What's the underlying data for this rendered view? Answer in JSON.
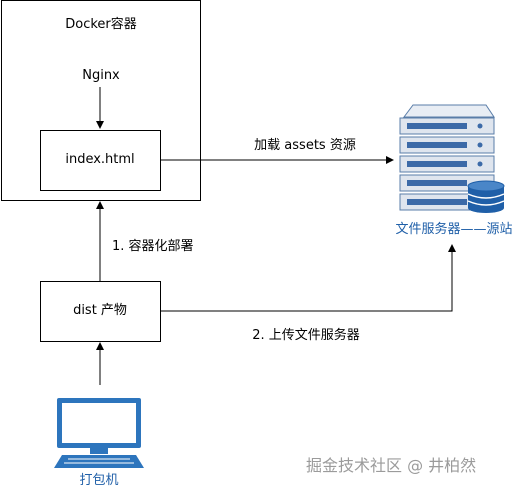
{
  "container": {
    "title": "Docker容器"
  },
  "nodes": {
    "nginx": "Nginx",
    "index": "index.html",
    "dist": "dist 产物",
    "packer": "打包机",
    "file_server": "文件服务器——源站"
  },
  "edges": {
    "load_assets": "加载 assets 资源",
    "deploy": "1. 容器化部署",
    "upload": "2. 上传文件服务器"
  },
  "icons": {
    "server": "server-rack-icon",
    "computer": "desktop-computer-icon"
  },
  "colors": {
    "server_accent": "#1f5fa8",
    "server_fill": "#dfe5ee",
    "computer_fill": "#2d75bd"
  },
  "watermark": "掘金技术社区 @ 井柏然"
}
